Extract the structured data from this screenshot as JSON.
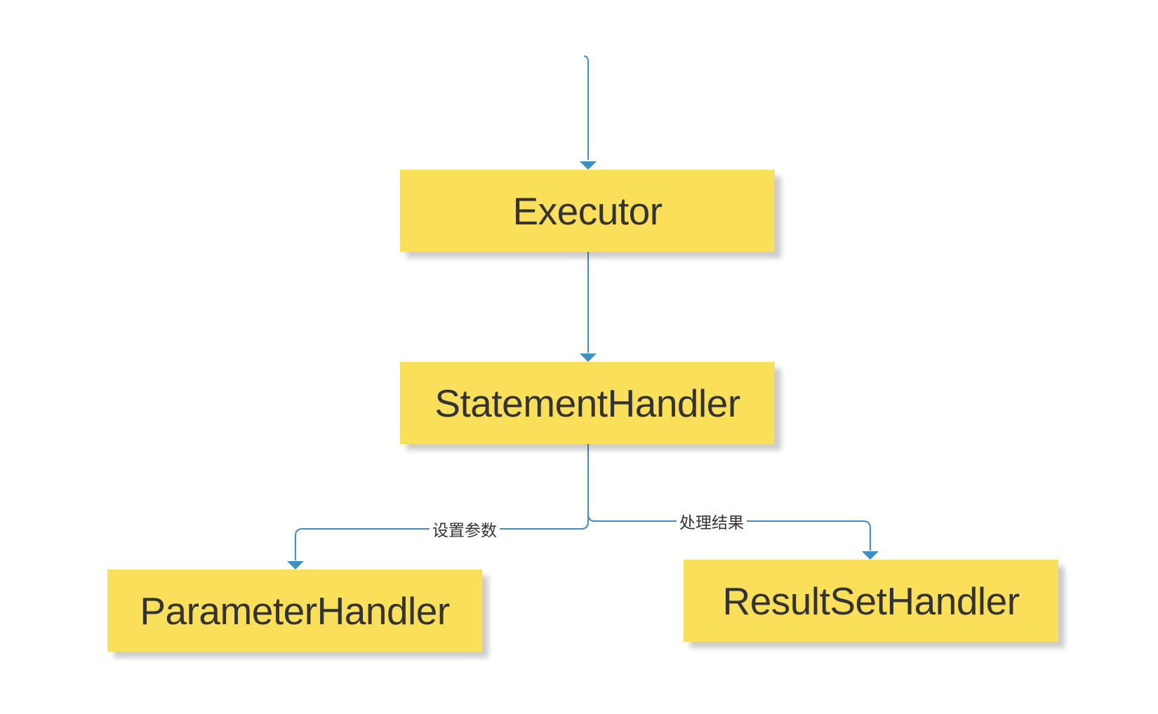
{
  "nodes": {
    "executor": "Executor",
    "statement_handler": "StatementHandler",
    "parameter_handler": "ParameterHandler",
    "result_set_handler": "ResultSetHandler"
  },
  "edges": {
    "set_params_label": "设置参数",
    "handle_results_label": "处理结果"
  },
  "colors": {
    "node_fill": "#fadf5a",
    "node_text": "#333333",
    "connector": "#3d8fc4"
  }
}
